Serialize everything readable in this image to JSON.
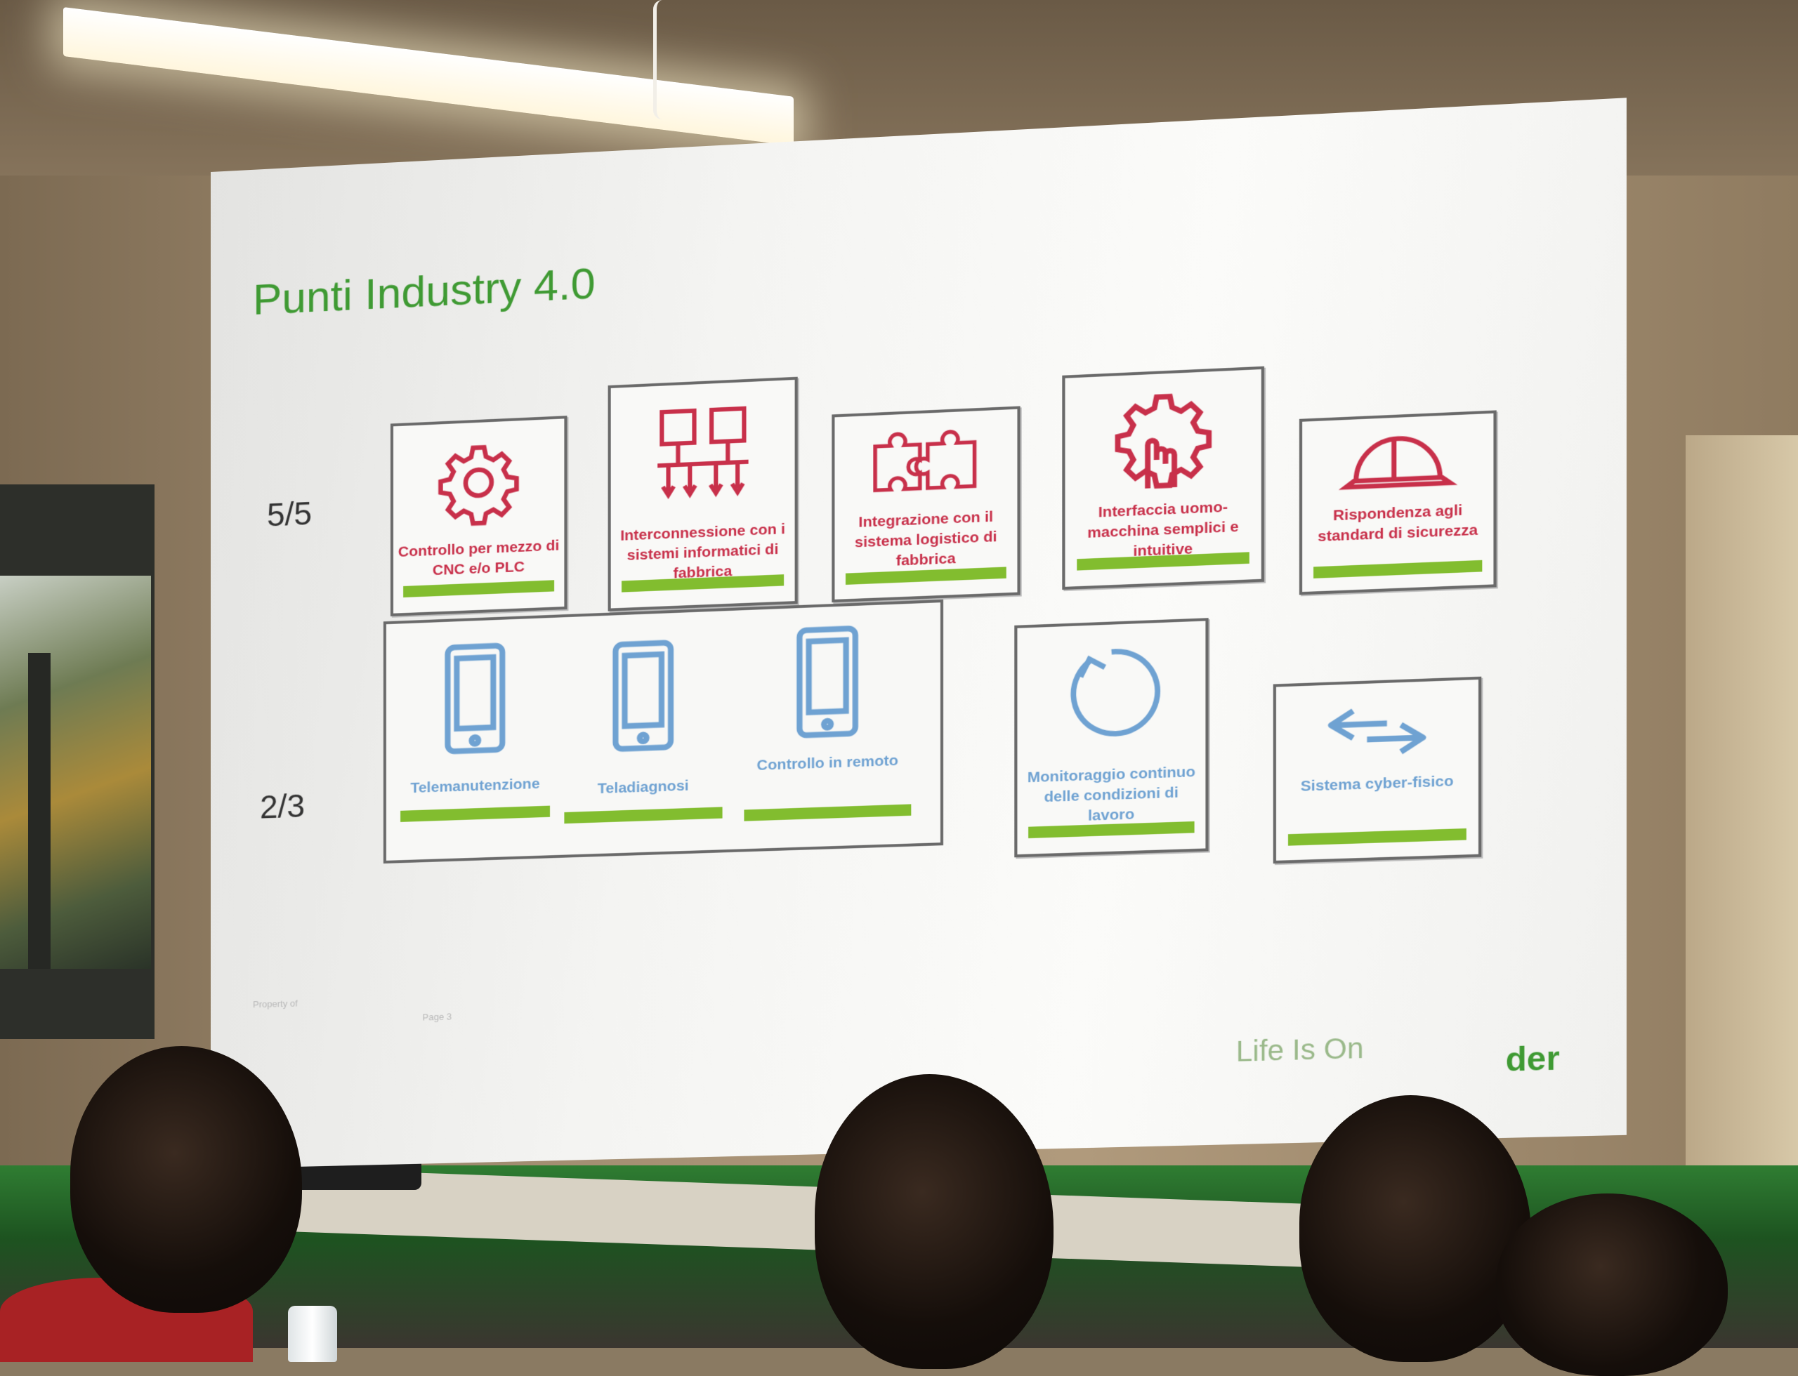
{
  "slide": {
    "title": "Punti Industry 4.0",
    "row1_label": "5/5",
    "row2_label": "2/3",
    "row1_cards": [
      {
        "label": "Controllo per mezzo di CNC e/o PLC",
        "icon": "gear-icon"
      },
      {
        "label": "Interconnessione con i sistemi informatici di fabbrica",
        "icon": "network-icon"
      },
      {
        "label": "Integrazione con il sistema logistico di fabbrica",
        "icon": "puzzle-icon"
      },
      {
        "label": "Interfaccia uomo-macchina semplici e intuitive",
        "icon": "hand-gear-icon"
      },
      {
        "label": "Rispondenza agli standard di sicurezza",
        "icon": "hard-hat-icon"
      }
    ],
    "row2_group": [
      {
        "label": "Telemanutenzione",
        "icon": "tablet-icon"
      },
      {
        "label": "Teladiagnosi",
        "icon": "tablet-icon"
      },
      {
        "label": "Controllo in remoto",
        "icon": "tablet-icon"
      }
    ],
    "row2_cards": [
      {
        "label": "Monitoraggio continuo delle condizioni di lavoro",
        "icon": "refresh-icon"
      },
      {
        "label": "Sistema cyber-fisico",
        "icon": "swap-arrows-icon"
      }
    ],
    "footer_property": "Property of",
    "footer_page": "Page 3",
    "brand_life_is_on": "Life Is On",
    "brand_name": "der"
  },
  "colors": {
    "title_green": "#3f9a33",
    "done_red": "#c8304a",
    "pending_blue": "#6fa2d2",
    "bar_green": "#82bd2f"
  }
}
